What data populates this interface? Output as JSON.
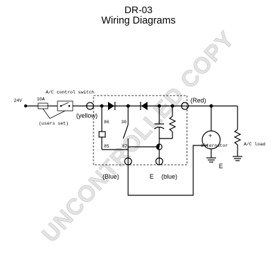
{
  "title": "DR-03",
  "subtitle": "Wiring Diagrams",
  "watermark": "UNCONTROLLED COPY",
  "labels": {
    "battery_voltage": "24V",
    "fuse_rating": "10A",
    "switch": "A/C control switch",
    "users_set": "(users set)",
    "yellow": "(yellow)",
    "red": "(Red)",
    "blue_left": "(Blue)",
    "blue_right": "(blue)",
    "ground_e_mid": "E",
    "ground_e_right": "E",
    "alternator": "alternator",
    "plus": "+",
    "ac_load": "A/C load",
    "relay_86": "86",
    "relay_30": "30",
    "relay_85": "85",
    "relay_87": "87"
  }
}
